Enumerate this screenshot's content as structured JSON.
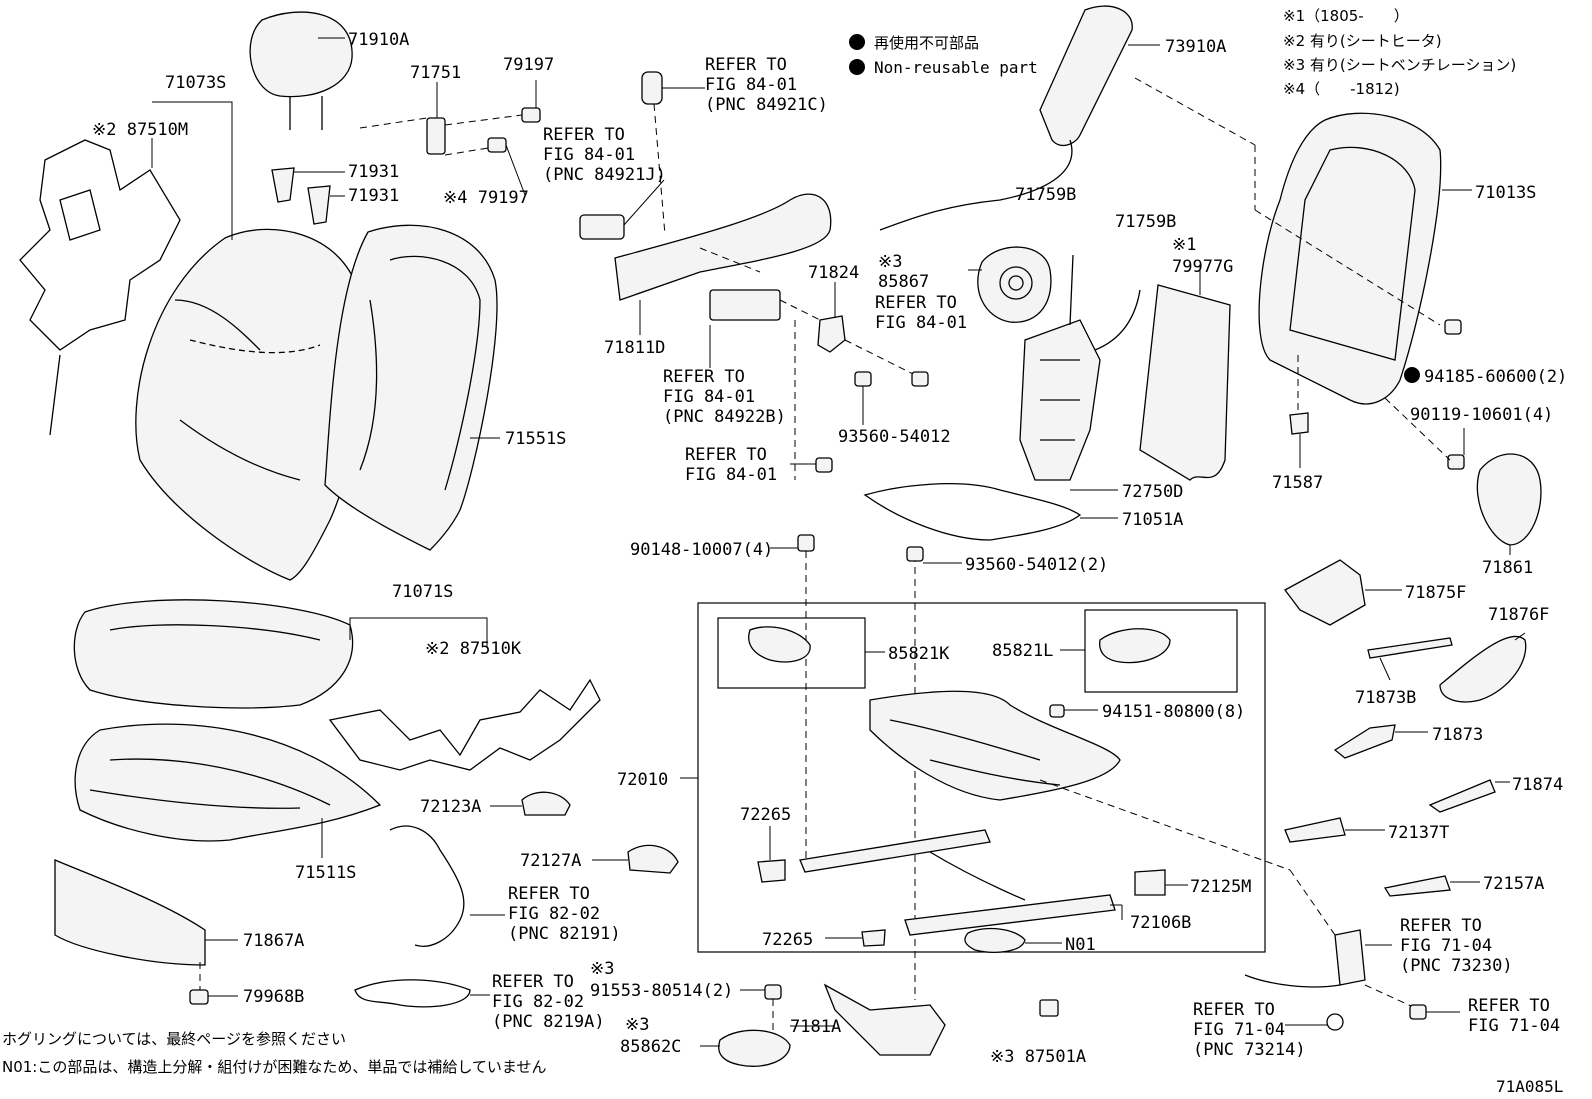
{
  "labels": {
    "p71910A": "71910A",
    "p71073S": "71073S",
    "p87510M": "※2 87510M",
    "p71751": "71751",
    "p79197a": "79197",
    "p71931a": "71931",
    "p71931b": "71931",
    "p79197b": "※4 79197",
    "p71551S": "71551S",
    "p71071S": "71071S",
    "p87510K": "※2 87510K",
    "p71511S": "71511S",
    "p72123A": "72123A",
    "p72127A": "72127A",
    "p71867A": "71867A",
    "p79968B": "79968B",
    "p71811D": "71811D",
    "p71824": "71824",
    "p85867": "※3\n85867",
    "p93560a": "93560-54012",
    "p90148": "90148-10007(4)",
    "p93560b": "93560-54012(2)",
    "p73910A": "73910A",
    "p71759Ba": "71759B",
    "p71759Bb": "71759B",
    "p79977G": "※1\n79977G",
    "p72750D": "72750D",
    "p71051A": "71051A",
    "p71013S": "71013S",
    "p94185": "94185-60600(2)",
    "p90119": "90119-10601(4)",
    "p71587": "71587",
    "p71861": "71861",
    "p71875F": "71875F",
    "p71876F": "71876F",
    "p71873B": "71873B",
    "p71873": "71873",
    "p71874": "71874",
    "p72137T": "72137T",
    "p72157A": "72157A",
    "p85821K": "85821K",
    "p85821L": "85821L",
    "p94151": "94151-80800(8)",
    "p72010": "72010",
    "p72265a": "72265",
    "p72265b": "72265",
    "p72125M": "72125M",
    "p72106B": "72106B",
    "pN01": "N01",
    "p91553": "※3\n91553-80514(2)",
    "p85862C": "※3\n85862C",
    "p7181A": "7181A",
    "p87501A": "※3 87501A"
  },
  "refers": {
    "r1": [
      "REFER TO",
      "FIG 84-01",
      "(PNC 84921C)"
    ],
    "r2": [
      "REFER TO",
      "FIG 84-01",
      "(PNC 84921J)"
    ],
    "r3": [
      "REFER TO",
      "FIG 84-01"
    ],
    "r4": [
      "REFER TO",
      "FIG 84-01",
      "(PNC 84922B)"
    ],
    "r5": [
      "REFER TO",
      "FIG 84-01"
    ],
    "r6": [
      "REFER TO",
      "FIG 82-02",
      "(PNC 82191)"
    ],
    "r7": [
      "REFER TO",
      "FIG 82-02",
      "(PNC 8219A)"
    ],
    "r8": [
      "REFER TO",
      "FIG 71-04",
      "(PNC 73230)"
    ],
    "r9": [
      "REFER TO",
      "FIG 71-04",
      "(PNC 73214)"
    ],
    "r10": [
      "REFER TO",
      "FIG 71-04"
    ]
  },
  "legend": {
    "jp": "再使用不可部品",
    "en": "Non-reusable part"
  },
  "notes": {
    "n1": "※1（1805-　　）",
    "n2": "※2 有り(シートヒータ)",
    "n3": "※3 有り(シートベンチレーション)",
    "n4": "※4（　　-1812)"
  },
  "footer": {
    "line1": "ホグリングについては、最終ページを参照ください",
    "line2": "N01:この部品は、構造上分解・組付けが困難なため、単品では補給していません",
    "code": "71A085L"
  }
}
